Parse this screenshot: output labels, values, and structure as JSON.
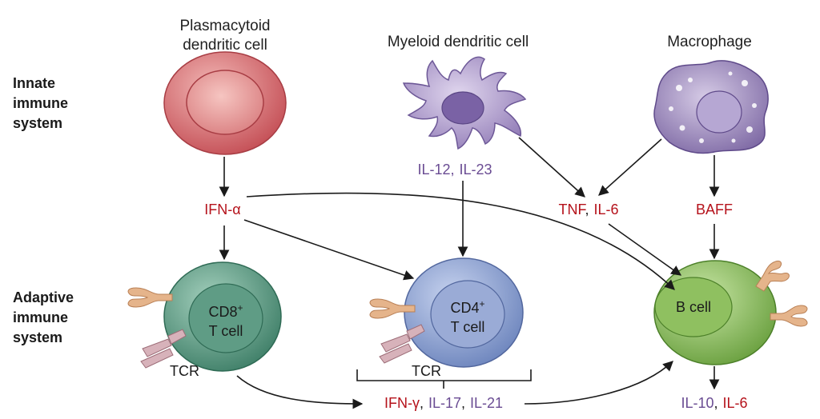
{
  "colors": {
    "red_cytokine": "#b5121b",
    "purple_cytokine": "#6a4c93",
    "pdc": "#c8575d",
    "mdc": "#a592c2",
    "macrophage": "#9a86b8",
    "cd8": "#4f8f78",
    "cd4": "#7e95c7",
    "bcell": "#7fb04e",
    "receptor": "#e5b48b",
    "tcr": "#c9a3ac"
  },
  "side_labels": {
    "innate": [
      "Innate",
      "immune",
      "system"
    ],
    "adaptive": [
      "Adaptive",
      "immune",
      "system"
    ]
  },
  "headers": {
    "pdc": [
      "Plasmacytoid",
      "dendritic cell"
    ],
    "mdc": "Myeloid dendritic cell",
    "macrophage": "Macrophage"
  },
  "cells": {
    "cd8": {
      "line1": "CD8",
      "sup": "+",
      "line2": "T cell"
    },
    "cd4": {
      "line1": "CD4",
      "sup": "+",
      "line2": "T cell"
    },
    "bcell": "B cell"
  },
  "tcr_label": "TCR",
  "cytokines": {
    "ifn_alpha": "IFN-α",
    "il12": "IL-12",
    "il23": "IL-23",
    "tnf": "TNF",
    "il6_top": "IL-6",
    "baff": "BAFF",
    "ifn_gamma": "IFN-γ",
    "il17": "IL-17",
    "il21": "IL-21",
    "il10": "IL-10",
    "il6_bottom": "IL-6"
  },
  "separator": ","
}
